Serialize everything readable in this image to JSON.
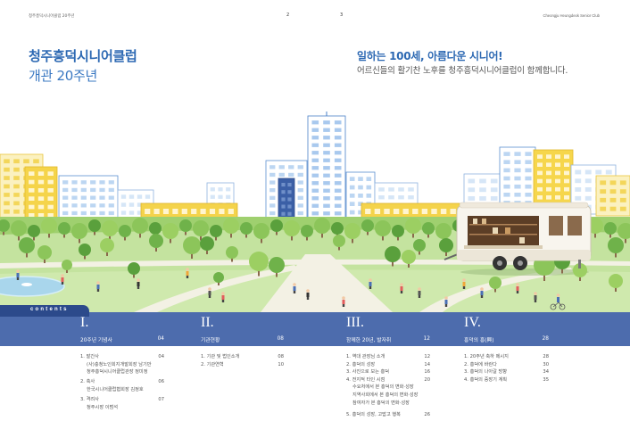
{
  "header": {
    "left": "청주흥덕시니어클럽 20주년",
    "page_left": "2",
    "page_right": "3",
    "right": "Cheongju Heungdeok Senior Club"
  },
  "title": {
    "main": "청주흥덕시니어클럽",
    "sub": "개관 20주년"
  },
  "tagline": {
    "main": "일하는 100세, 아름다운 시니어!",
    "sub": "어르신들의 활기찬 노후를 청주흥덕시니어클럽이 함께합니다."
  },
  "colors": {
    "brand_blue": "#2d69b3",
    "band_blue": "#4d6cad",
    "tab_navy": "#2c4a8b",
    "body_text": "#555555"
  },
  "contents": {
    "label": "contents",
    "sections": [
      {
        "numeral": "I.",
        "title": "20주년 기념사",
        "page": "04",
        "items": [
          {
            "text": "1. 발간사",
            "page": "04",
            "subs": [
              "(사)충청노인회지개발회장 남기만",
              "청주흥덕시니어클럽관장 정미정"
            ]
          },
          {
            "text": "2. 축사",
            "page": "06",
            "subs": [
              "한국시니어클럽협회장 김정호"
            ]
          },
          {
            "text": "3. 격려사",
            "page": "07",
            "subs": [
              "청주시장 이범석"
            ]
          }
        ]
      },
      {
        "numeral": "II.",
        "title": "기관현황",
        "page": "08",
        "items": [
          {
            "text": "1. 기관 및 법인소개",
            "page": "08"
          },
          {
            "text": "2. 기관연혁",
            "page": "10"
          }
        ]
      },
      {
        "numeral": "III.",
        "title": "함께한 20년, 발자취",
        "page": "12",
        "items": [
          {
            "text": "1. 역대 관장님 소개",
            "page": "12"
          },
          {
            "text": "2. 흥덕의 성장",
            "page": "14"
          },
          {
            "text": "3. 사진으로 보는 흥덕",
            "page": "16"
          },
          {
            "text": "4. 전지적 타인 시점",
            "page": "20",
            "subs": [
              "수요처에서 본 흥덕의 변화·성장",
              "지역사회에서 본 흥덕의 변화·성장",
              "참여자가 본 흥덕의 변화·성장"
            ]
          },
          {
            "text": "5. 흥덕의 성장, 고맙고 행복",
            "page": "26"
          }
        ]
      },
      {
        "numeral": "IV.",
        "title": "흥덕의 흥(興)",
        "page": "28",
        "items": [
          {
            "text": "1. 20주년 축하 메시지",
            "page": "28"
          },
          {
            "text": "2. 흥덕에 바란다",
            "page": "30"
          },
          {
            "text": "3. 흥덕의 나아갈 방향",
            "page": "34"
          },
          {
            "text": "4. 흥덕의 중장기 계획",
            "page": "35"
          }
        ]
      }
    ]
  }
}
